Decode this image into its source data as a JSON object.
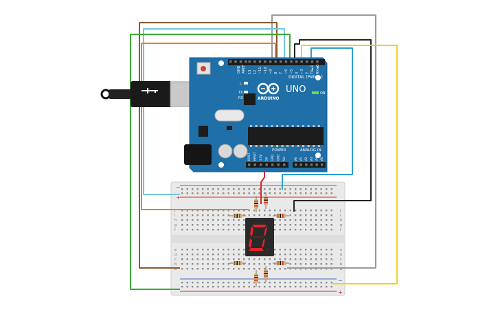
{
  "board": {
    "name": "ARDUINO",
    "model": "UNO",
    "on_label": "ON",
    "digital_label": "DIGITAL (PWM~)",
    "power_label": "POWER",
    "analog_label": "ANALOG IN",
    "l_label": "L",
    "tx_label": "TX",
    "rx_label": "RX",
    "aref_label": "AREF",
    "gnd_label": "GND",
    "digital_pins": [
      "13",
      "12",
      "~11",
      "~10",
      "~9",
      "8",
      "7",
      "~6",
      "~5",
      "4",
      "~3",
      "2",
      "TX►1",
      "RX◄0"
    ],
    "power_pins": [
      "IOREF",
      "RESET",
      "3.3V",
      "5V",
      "GND",
      "GND",
      "Vin"
    ],
    "analog_pins": [
      "A0",
      "A1",
      "A2",
      "A3",
      "A4",
      "A5"
    ]
  },
  "breadboard": {
    "row_letters_top": [
      "a",
      "b",
      "c",
      "d",
      "e"
    ],
    "row_letters_bottom": [
      "f",
      "g",
      "h",
      "i",
      "j"
    ],
    "plus": "+",
    "minus": "−"
  },
  "display": {
    "digit": "0",
    "segment_color": "#e8232b"
  },
  "colors": {
    "board": "#1f6fa8",
    "wire_orange": "#e8821e",
    "wire_brown": "#8b5a2b",
    "wire_lightblue": "#6ec6e0",
    "wire_green": "#3aaa35",
    "wire_gray": "#9a9a9a",
    "wire_black": "#222222",
    "wire_blue": "#2a9fd0",
    "wire_yellow": "#f2d11b",
    "wire_red": "#d8262b"
  }
}
